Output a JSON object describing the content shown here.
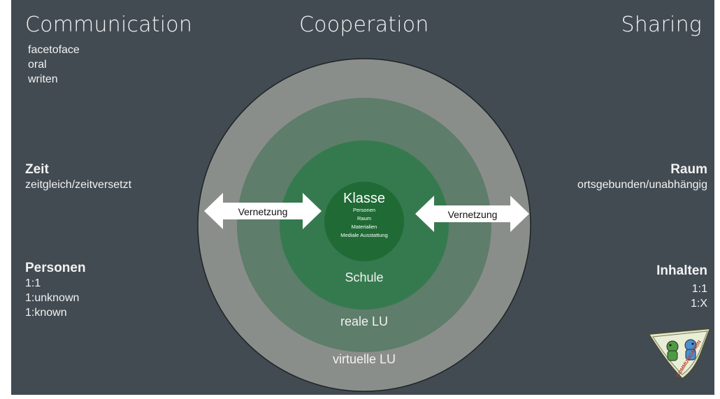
{
  "headers": {
    "left": "Communication",
    "center": "Cooperation",
    "right": "Sharing"
  },
  "communication_items": [
    "facetoface",
    "oral",
    "writen"
  ],
  "zeit": {
    "title": "Zeit",
    "subtitle": "zeitgleich/zeitversetzt"
  },
  "raum": {
    "title": "Raum",
    "subtitle": "ortsgebunden/unabhängig"
  },
  "personen": {
    "title": "Personen",
    "items": [
      "1:1",
      "1:unknown",
      "1:known"
    ]
  },
  "inhalten": {
    "title": "Inhalten",
    "items": [
      "1:1",
      "1:X"
    ]
  },
  "circles": {
    "outer": "virtuelle LU",
    "third": "reale LU",
    "second": "Schule",
    "core_title": "Klasse",
    "core_items": [
      "Personen",
      "Raum",
      "Materialien",
      "Mediale Ausstattung"
    ]
  },
  "arrows": {
    "left": "Vernetzung",
    "right": "Vernetzung"
  },
  "badge": {
    "text": "COMMUNICATION"
  },
  "colors": {
    "background": "#424b52",
    "ring_outer": "#8a8e8b",
    "ring_third": "#5e7d6a",
    "ring_second": "#357a4e",
    "core": "#1f6a35"
  }
}
